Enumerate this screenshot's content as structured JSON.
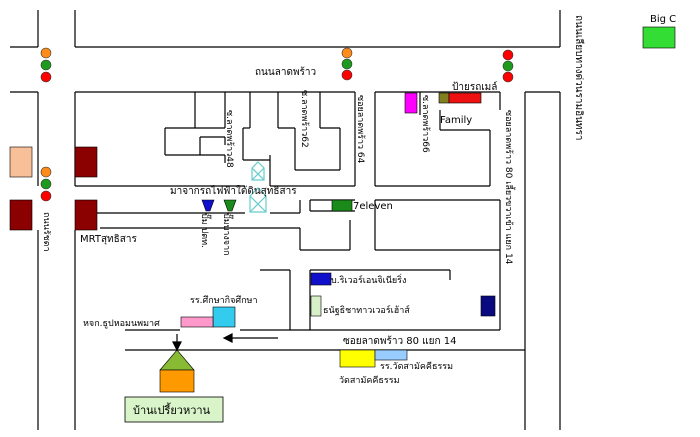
{
  "colors": {
    "road": "#000000",
    "signal_red": "#ff0000",
    "signal_orange": "#ff8c1a",
    "signal_green": "#1e9a1e",
    "signal_body": "#d09060",
    "big_c": "#33dd33",
    "family": "#ee1111",
    "family_olive": "#808020",
    "magenta": "#ff00ff",
    "dark_red": "#8b0000",
    "peach": "#f8c098",
    "seven_eleven": "#1a8a1a",
    "bank_blue": "#1010cc",
    "bank_green": "#1a8a1a",
    "bank_navy": "#0a0a80",
    "light_green": "#d8f0c8",
    "cyan": "#33ccee",
    "pink": "#ff99cc",
    "yellow": "#ffff00",
    "light_blue": "#99ccff",
    "house_roof": "#88bb33",
    "house_body": "#ff9900",
    "house_label_bg": "#d8f4c8",
    "skytrain": "#66cccc"
  },
  "icons": [
    "traffic-light-icon",
    "arrow-icon",
    "house-icon",
    "skytrain-icon"
  ],
  "labels": {
    "big_c": "Big C",
    "road_right_vertical": "ถนนเลียบทางด่วนรามอินทรา",
    "road_ladprao": "ถนนลาดพร้าว",
    "family_sign": "ป้ายรถเมล์",
    "family": "Family",
    "soi48": "ซ.ลาดพร้าว48",
    "soi62": "ซ.ลาดพร้าว62",
    "soi64": "ซอยลาดพร้าว 64",
    "soi66": "ซ.ลาดพร้าว66",
    "soi80_vertical": "ซอยลาดพร้าว 80  เลี้ยวขวาเข้า แยก 14",
    "skytrain_text": "มาจากรถไฟฟ้าใต้ดินสุทธิสาร",
    "seven_eleven": "7eleven",
    "ptt": "ปั๊ม ปตท.",
    "bangchak": "ปั๊มบางจาก",
    "mrt": "MRTสุทธิสาร",
    "road_ratchada": "ถนนรัชดา",
    "river_engineering": "บ.ริเวอร์เอนจิเนียริ่ง",
    "tanachart": "ธนัฐธิชาทาวเวอร์เฮ้าส์",
    "school_suksa": "รร.ศึกษากิจศึกษา",
    "shop": "หจก.ธูปหอมนพมาศ",
    "soi80_yaek14": "ซอยลาดพร้าว 80 แยก 14",
    "school_wat": "รร.วัดสามัคคีธรรม",
    "wat": "วัดสามัคคีธรรม",
    "home": "บ้านเปรี้ยวหวาน"
  }
}
